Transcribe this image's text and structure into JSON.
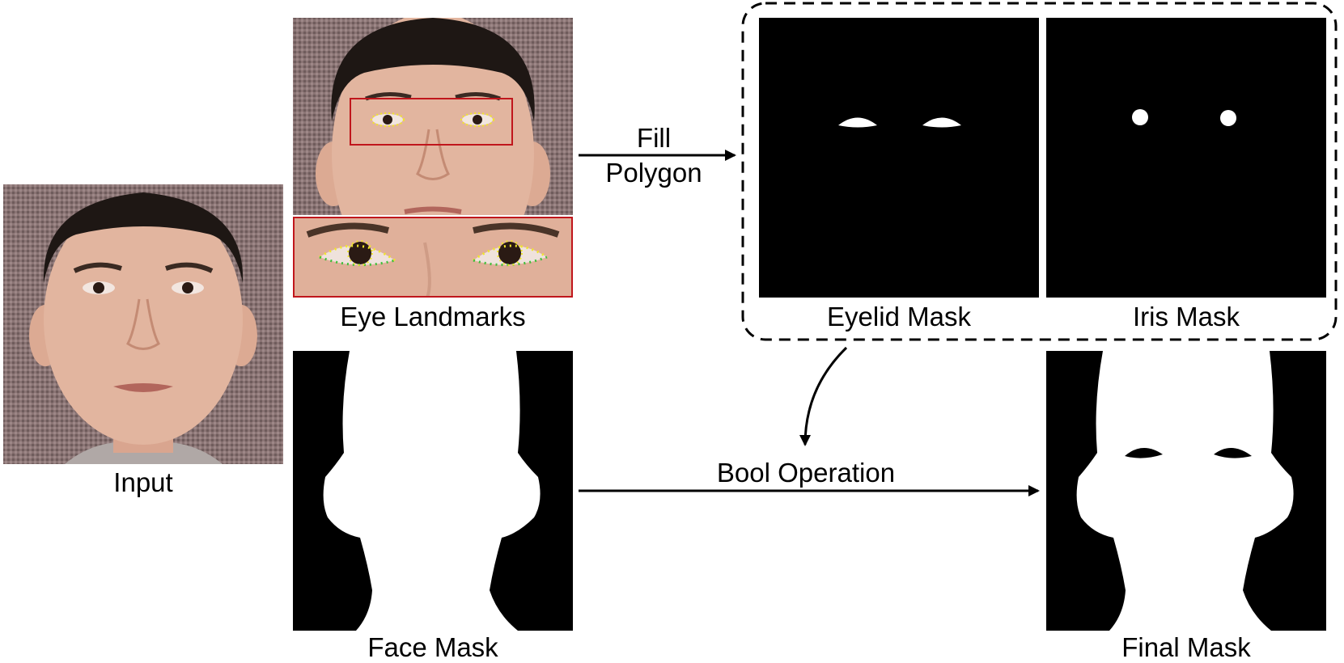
{
  "labels": {
    "input": "Input",
    "eye_landmarks": "Eye Landmarks",
    "face_mask": "Face Mask",
    "eyelid_mask": "Eyelid Mask",
    "iris_mask": "Iris Mask",
    "final_mask": "Final Mask"
  },
  "arrows": {
    "fill_line1": "Fill",
    "fill_line2": "Polygon",
    "bool_operation": "Bool Operation"
  },
  "colors": {
    "background_texture": "#8a7474",
    "skin": "#e2b59f",
    "hair": "#1e1714",
    "highlight_box": "#c0161c",
    "landmark_points": "#f0e62a",
    "landmark_contour": "#3fbf3a",
    "mask_black": "#000000",
    "mask_white": "#ffffff"
  }
}
